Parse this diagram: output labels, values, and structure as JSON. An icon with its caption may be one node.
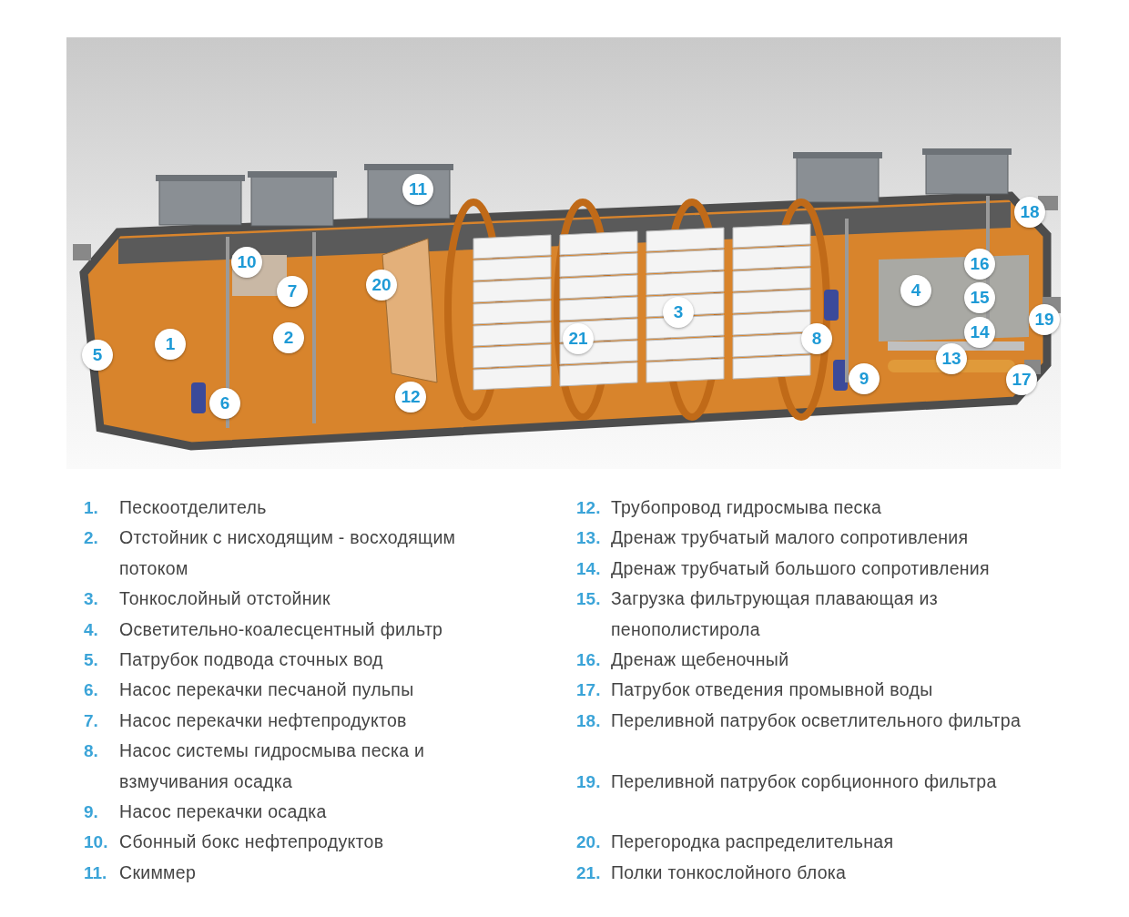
{
  "diagram": {
    "labels": [
      "1",
      "2",
      "3",
      "4",
      "5",
      "6",
      "7",
      "8",
      "9",
      "10",
      "11",
      "12",
      "13",
      "14",
      "15",
      "16",
      "17",
      "18",
      "19",
      "20",
      "21",
      "1.",
      "Пескоотделитель",
      "2.",
      "Отстойник с нисходящим - восходящим потоком",
      "3.",
      "Тонкослойный отстойник",
      "4.",
      "Осветительно-коалесцентный фильтр",
      "5.",
      "Патрубок подвода сточных вод",
      "6.",
      "Насос перекачки песчаной пульпы",
      "7.",
      "Насос перекачки нефтепродуктов",
      "8.",
      "Насос системы гидросмыва песка и взмучивания осадка",
      "9.",
      "Насос перекачки осадка",
      "10.",
      "Сбонный бокс нефтепродуктов",
      "11.",
      "Скиммер",
      "12.",
      "Трубопровод гидросмыва песка",
      "13.",
      "Дренаж трубчатый малого сопротивления",
      "14.",
      "Дренаж трубчатый большого сопротивления",
      "15.",
      "Загрузка фильтрующая плавающая из пенополистирола",
      "16.",
      "Дренаж щебеночный",
      "17.",
      "Патрубок отведения промывной воды",
      "18.",
      "Переливной патрубок осветлительного фильтра",
      "19.",
      "Переливной патрубок сорбционного фильтра",
      "20.",
      "Перегородка распределительная",
      "21.",
      "Полки тонкослойного блока"
    ]
  }
}
